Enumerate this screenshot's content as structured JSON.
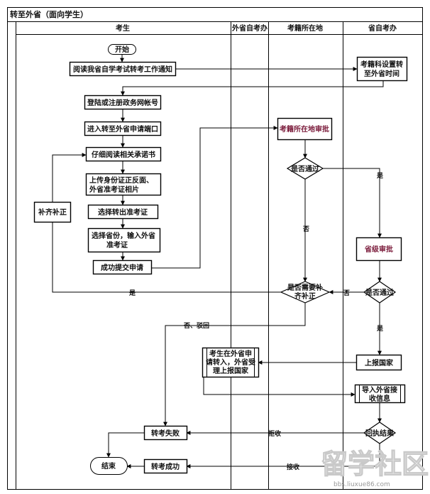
{
  "title": "转至外省（面向学生）",
  "lanes": [
    "考生",
    "外省自考办",
    "考籍所在地",
    "省自考办"
  ],
  "nodes": {
    "start": "开始",
    "read_notice": "阅读我省自学考试转考工作通知",
    "set_time": [
      "考籍科设置转",
      "至外省时间"
    ],
    "login": "登陆或注册政务网帐号",
    "enter_port": "进入转至外省申请端口",
    "read_promise": "仔细阅读相关承诺书",
    "upload": [
      "上传身份证正反面、",
      "外省准考证相片"
    ],
    "select_ticket": "选择转出准考证",
    "select_province": [
      "选择省份，输入外省",
      "准考证"
    ],
    "submit": "成功提交申请",
    "supplement": "补齐补正",
    "local_review": "考籍所在地审批",
    "pass1": "是否通过",
    "province_review": "省级审批",
    "need_supplement": [
      "是否需要补",
      "齐补正"
    ],
    "pass2": "是否通过",
    "report": "上报国家",
    "receive": [
      "考生在外省申",
      "请转入，外省受",
      "理上报国家"
    ],
    "import": [
      "导入外省接",
      "收信息"
    ],
    "reply": "回执结果",
    "fail": "转考失败",
    "success": "转考成功",
    "end": "结束"
  },
  "edge_labels": {
    "pass1_yes": "是",
    "pass1_no": "否",
    "supp_yes": "是",
    "pass2_no": "否",
    "need_no": "否、驳回",
    "pass2_yes": "是",
    "reject": "拒收",
    "accept": "接收"
  },
  "watermark": {
    "text": "留学社区",
    "url": "bbs.liuxue86.com"
  },
  "colors": {
    "line": "#000000",
    "purple_text": "#7a1a3a"
  }
}
